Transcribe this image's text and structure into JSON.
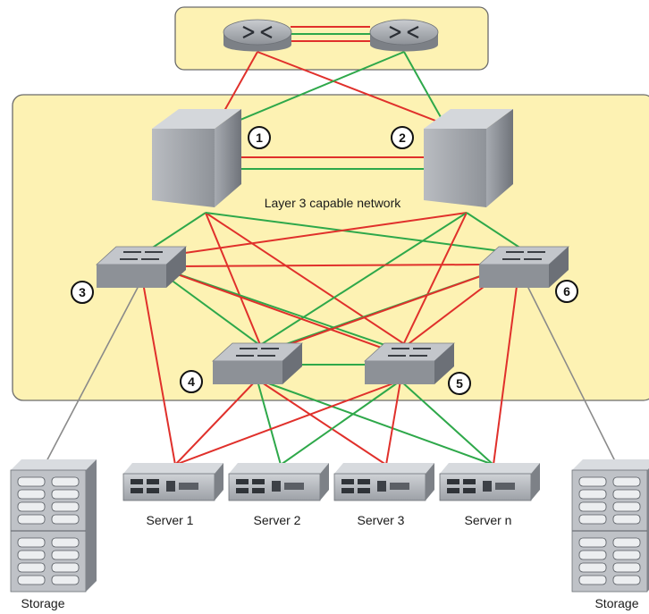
{
  "colors": {
    "background": "#ffffff",
    "panel_fill": "#fdf2b3",
    "panel_border": "#6b6b6b",
    "link_red": "#e0302b",
    "link_green": "#2ea84a",
    "link_gray": "#8a8a8a",
    "device_gray": "#9a9ea4"
  },
  "diagram": {
    "network_label": "Layer 3 capable network",
    "routers": [
      {
        "id": "router-1",
        "icon": "router-icon"
      },
      {
        "id": "router-2",
        "icon": "router-icon"
      }
    ],
    "core_switches": [
      {
        "id": "core-1",
        "badge": "1",
        "icon": "layer3-switch-icon"
      },
      {
        "id": "core-2",
        "badge": "2",
        "icon": "layer3-switch-icon"
      }
    ],
    "access_switches": [
      {
        "id": "switch-3",
        "badge": "3",
        "icon": "switch-icon"
      },
      {
        "id": "switch-4",
        "badge": "4",
        "icon": "switch-icon"
      },
      {
        "id": "switch-5",
        "badge": "5",
        "icon": "switch-icon"
      },
      {
        "id": "switch-6",
        "badge": "6",
        "icon": "switch-icon"
      }
    ],
    "servers": [
      {
        "id": "server-1",
        "label": "Server 1",
        "icon": "server-icon"
      },
      {
        "id": "server-2",
        "label": "Server 2",
        "icon": "server-icon"
      },
      {
        "id": "server-3",
        "label": "Server 3",
        "icon": "server-icon"
      },
      {
        "id": "server-n",
        "label": "Server n",
        "icon": "server-icon"
      }
    ],
    "storage": [
      {
        "id": "storage-left",
        "label": "Storage",
        "icon": "storage-array-icon"
      },
      {
        "id": "storage-right",
        "label": "Storage",
        "icon": "storage-array-icon"
      }
    ]
  }
}
